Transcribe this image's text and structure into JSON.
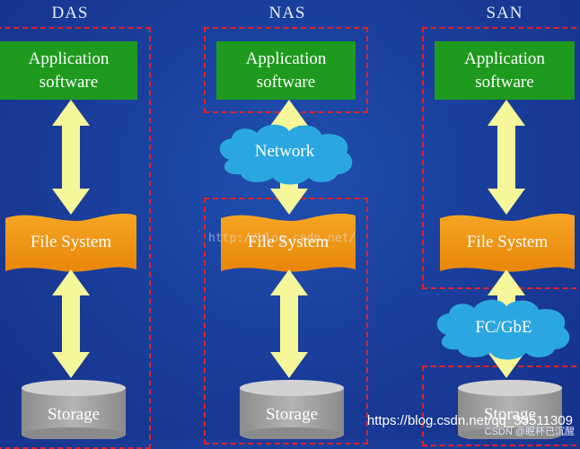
{
  "columns": {
    "das": {
      "title": "DAS"
    },
    "nas": {
      "title": "NAS",
      "network": "Network"
    },
    "san": {
      "title": "SAN",
      "fc": "FC/GbE"
    }
  },
  "labels": {
    "app_line1": "Application",
    "app_line2": "software",
    "file_system": "File System",
    "storage": "Storage"
  },
  "watermark": "http://blog.csdn.net/",
  "footer": {
    "url": "https://blog.csdn.net/qq_33511309",
    "credit": "CSDN @眠杯已沉醒"
  },
  "colors": {
    "background": "#1a3f9c",
    "application_box": "#1e9a1e",
    "file_system": "#f0920a",
    "arrow": "#f6f79a",
    "cloud": "#2aa7e0",
    "storage": "#9e9e9e",
    "dashed_border": "#e2222a"
  }
}
